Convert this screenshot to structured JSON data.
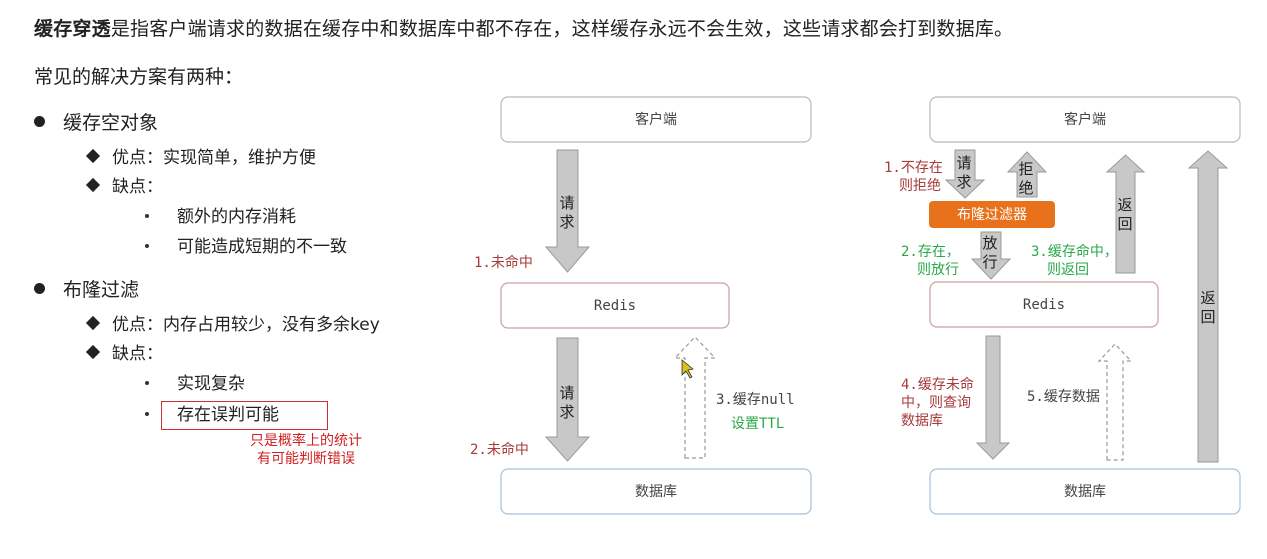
{
  "intro": {
    "term": "缓存穿透",
    "rest": "是指客户端请求的数据在缓存中和数据库中都不存在，这样缓存永远不会生效，这些请求都会打到数据库。"
  },
  "subtitle": "常见的解决方案有两种：",
  "solutions": [
    {
      "title": "缓存空对象",
      "pros": "优点：实现简单，维护方便",
      "cons_label": "缺点：",
      "cons": [
        "额外的内存消耗",
        "可能造成短期的不一致"
      ]
    },
    {
      "title": "布隆过滤",
      "pros": "优点：内存占用较少，没有多余key",
      "cons_label": "缺点：",
      "cons": [
        "实现复杂",
        "存在误判可能"
      ]
    }
  ],
  "annotation": {
    "line1": "只是概率上的统计",
    "line2": "有可能判断错误"
  },
  "diagram_left": {
    "client": "客户端",
    "redis": "Redis",
    "database": "数据库",
    "request1": "请\n求",
    "request2": "请\n求",
    "step1": "1.未命中",
    "step2": "2.未命中",
    "step3a": "3.缓存null",
    "step3b": "设置TTL"
  },
  "diagram_right": {
    "client": "客户端",
    "filter": "布隆过滤器",
    "redis": "Redis",
    "database": "数据库",
    "request": "请\n求",
    "reject": "拒\n绝",
    "release": "放\n行",
    "return1": "返\n回",
    "return2": "返\n回",
    "step1a": "1.不存在",
    "step1b": "则拒绝",
    "step2a": "2.存在，",
    "step2b": "则放行",
    "step3a": "3.缓存命中，",
    "step3b": "则返回",
    "step4a": "4.缓存未命",
    "step4b": "中，则查询",
    "step4c": "数据库",
    "step5": "5.缓存数据"
  },
  "colors": {
    "red_label": "#a83a3a",
    "green_label": "#2aa84a",
    "filter_fill": "#e8711c",
    "arrow_fill": "#c8c8c8",
    "redis_border": "#c9a0a0",
    "db_border": "#a9c1d9"
  }
}
